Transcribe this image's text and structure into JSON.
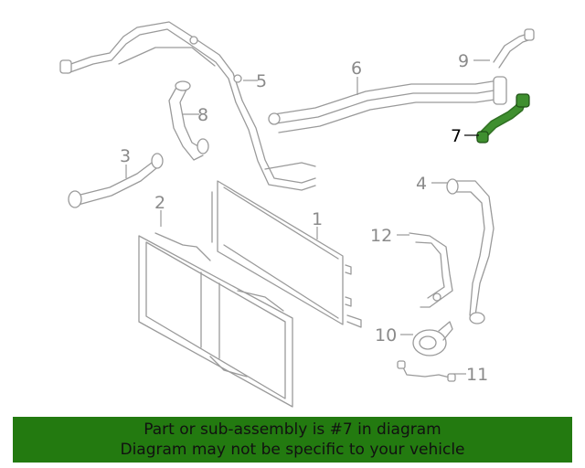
{
  "colors": {
    "highlight_part": "#3f8f2f",
    "banner_bg": "#237a10",
    "line_art": "#9a9a9a",
    "highlight_label": "#000000"
  },
  "callouts": [
    {
      "id": "1",
      "label": "1"
    },
    {
      "id": "2",
      "label": "2"
    },
    {
      "id": "3",
      "label": "3"
    },
    {
      "id": "4",
      "label": "4"
    },
    {
      "id": "5",
      "label": "5"
    },
    {
      "id": "6",
      "label": "6"
    },
    {
      "id": "7",
      "label": "7",
      "highlighted": true
    },
    {
      "id": "8",
      "label": "8"
    },
    {
      "id": "9",
      "label": "9"
    },
    {
      "id": "10",
      "label": "10"
    },
    {
      "id": "11",
      "label": "11"
    },
    {
      "id": "12",
      "label": "12"
    }
  ],
  "banner": {
    "line1": "Part or sub-assembly is #7 in diagram",
    "line2": "Diagram may not be specific to your vehicle"
  }
}
